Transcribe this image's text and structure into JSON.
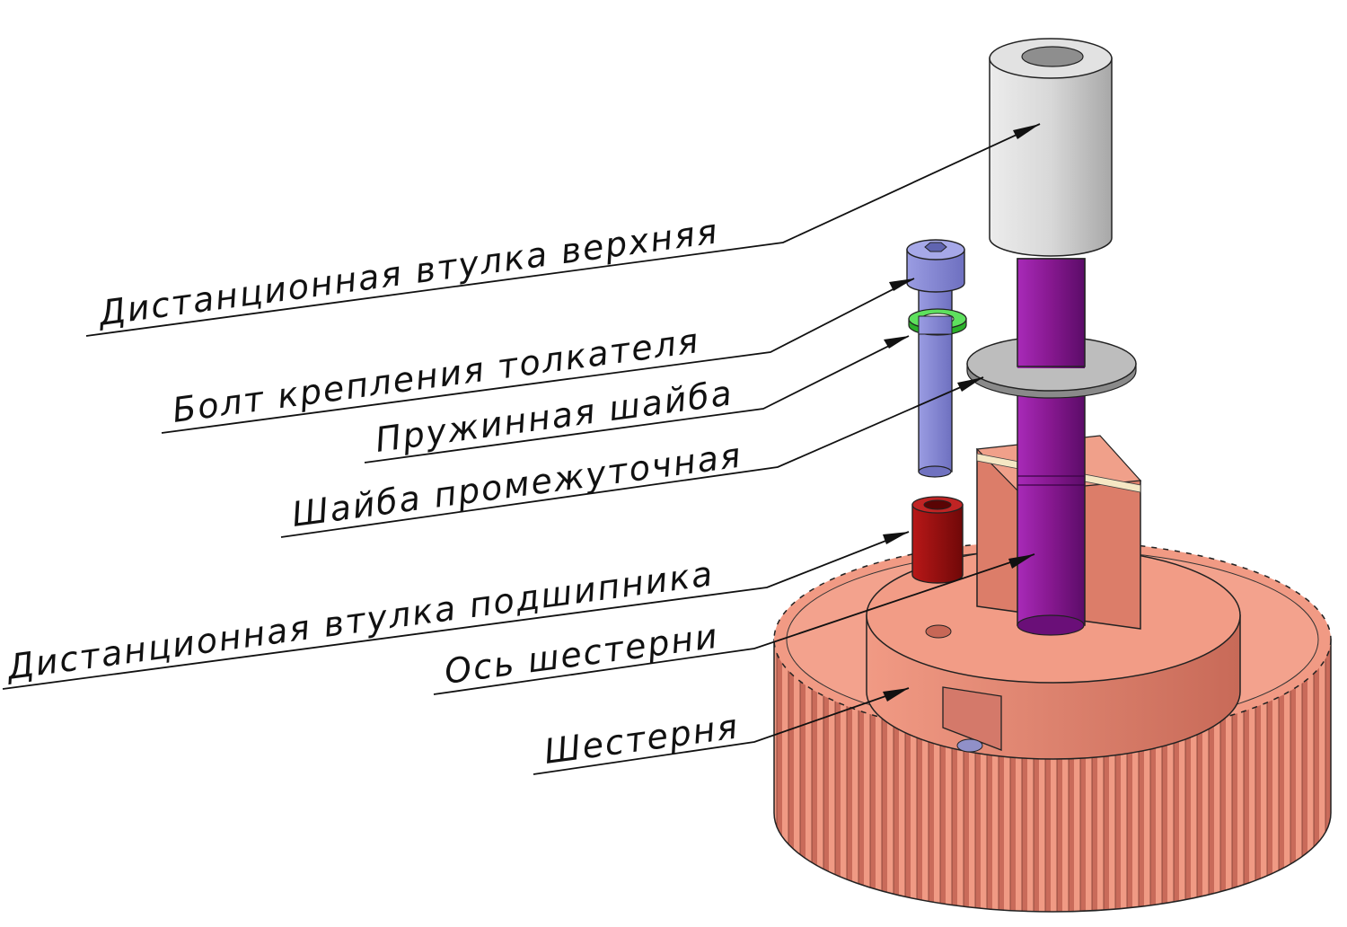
{
  "labels": {
    "upper_spacer": "Дистанционная втулка верхняя",
    "pusher_bolt": "Болт крепления толкателя",
    "spring_washer": "Пружинная шайба",
    "intermediate_washer": "Шайба промежуточная",
    "bearing_spacer": "Дистанционная втулка подшипника",
    "gear_axle": "Ось шестерни",
    "gear": "Шестерня"
  },
  "colors": {
    "gear": "#f0907a",
    "gear_dark": "#c5695a",
    "gear_light": "#f6ac98",
    "axle": "#8a1a99",
    "axle_dark": "#5e0d6c",
    "upper_spacer": "#d4d4d4",
    "washer": "#b8b8b8",
    "bolt": "#8c8ed8",
    "spring_washer": "#44dd44",
    "bearing_spacer": "#a01010",
    "line": "#111111"
  }
}
